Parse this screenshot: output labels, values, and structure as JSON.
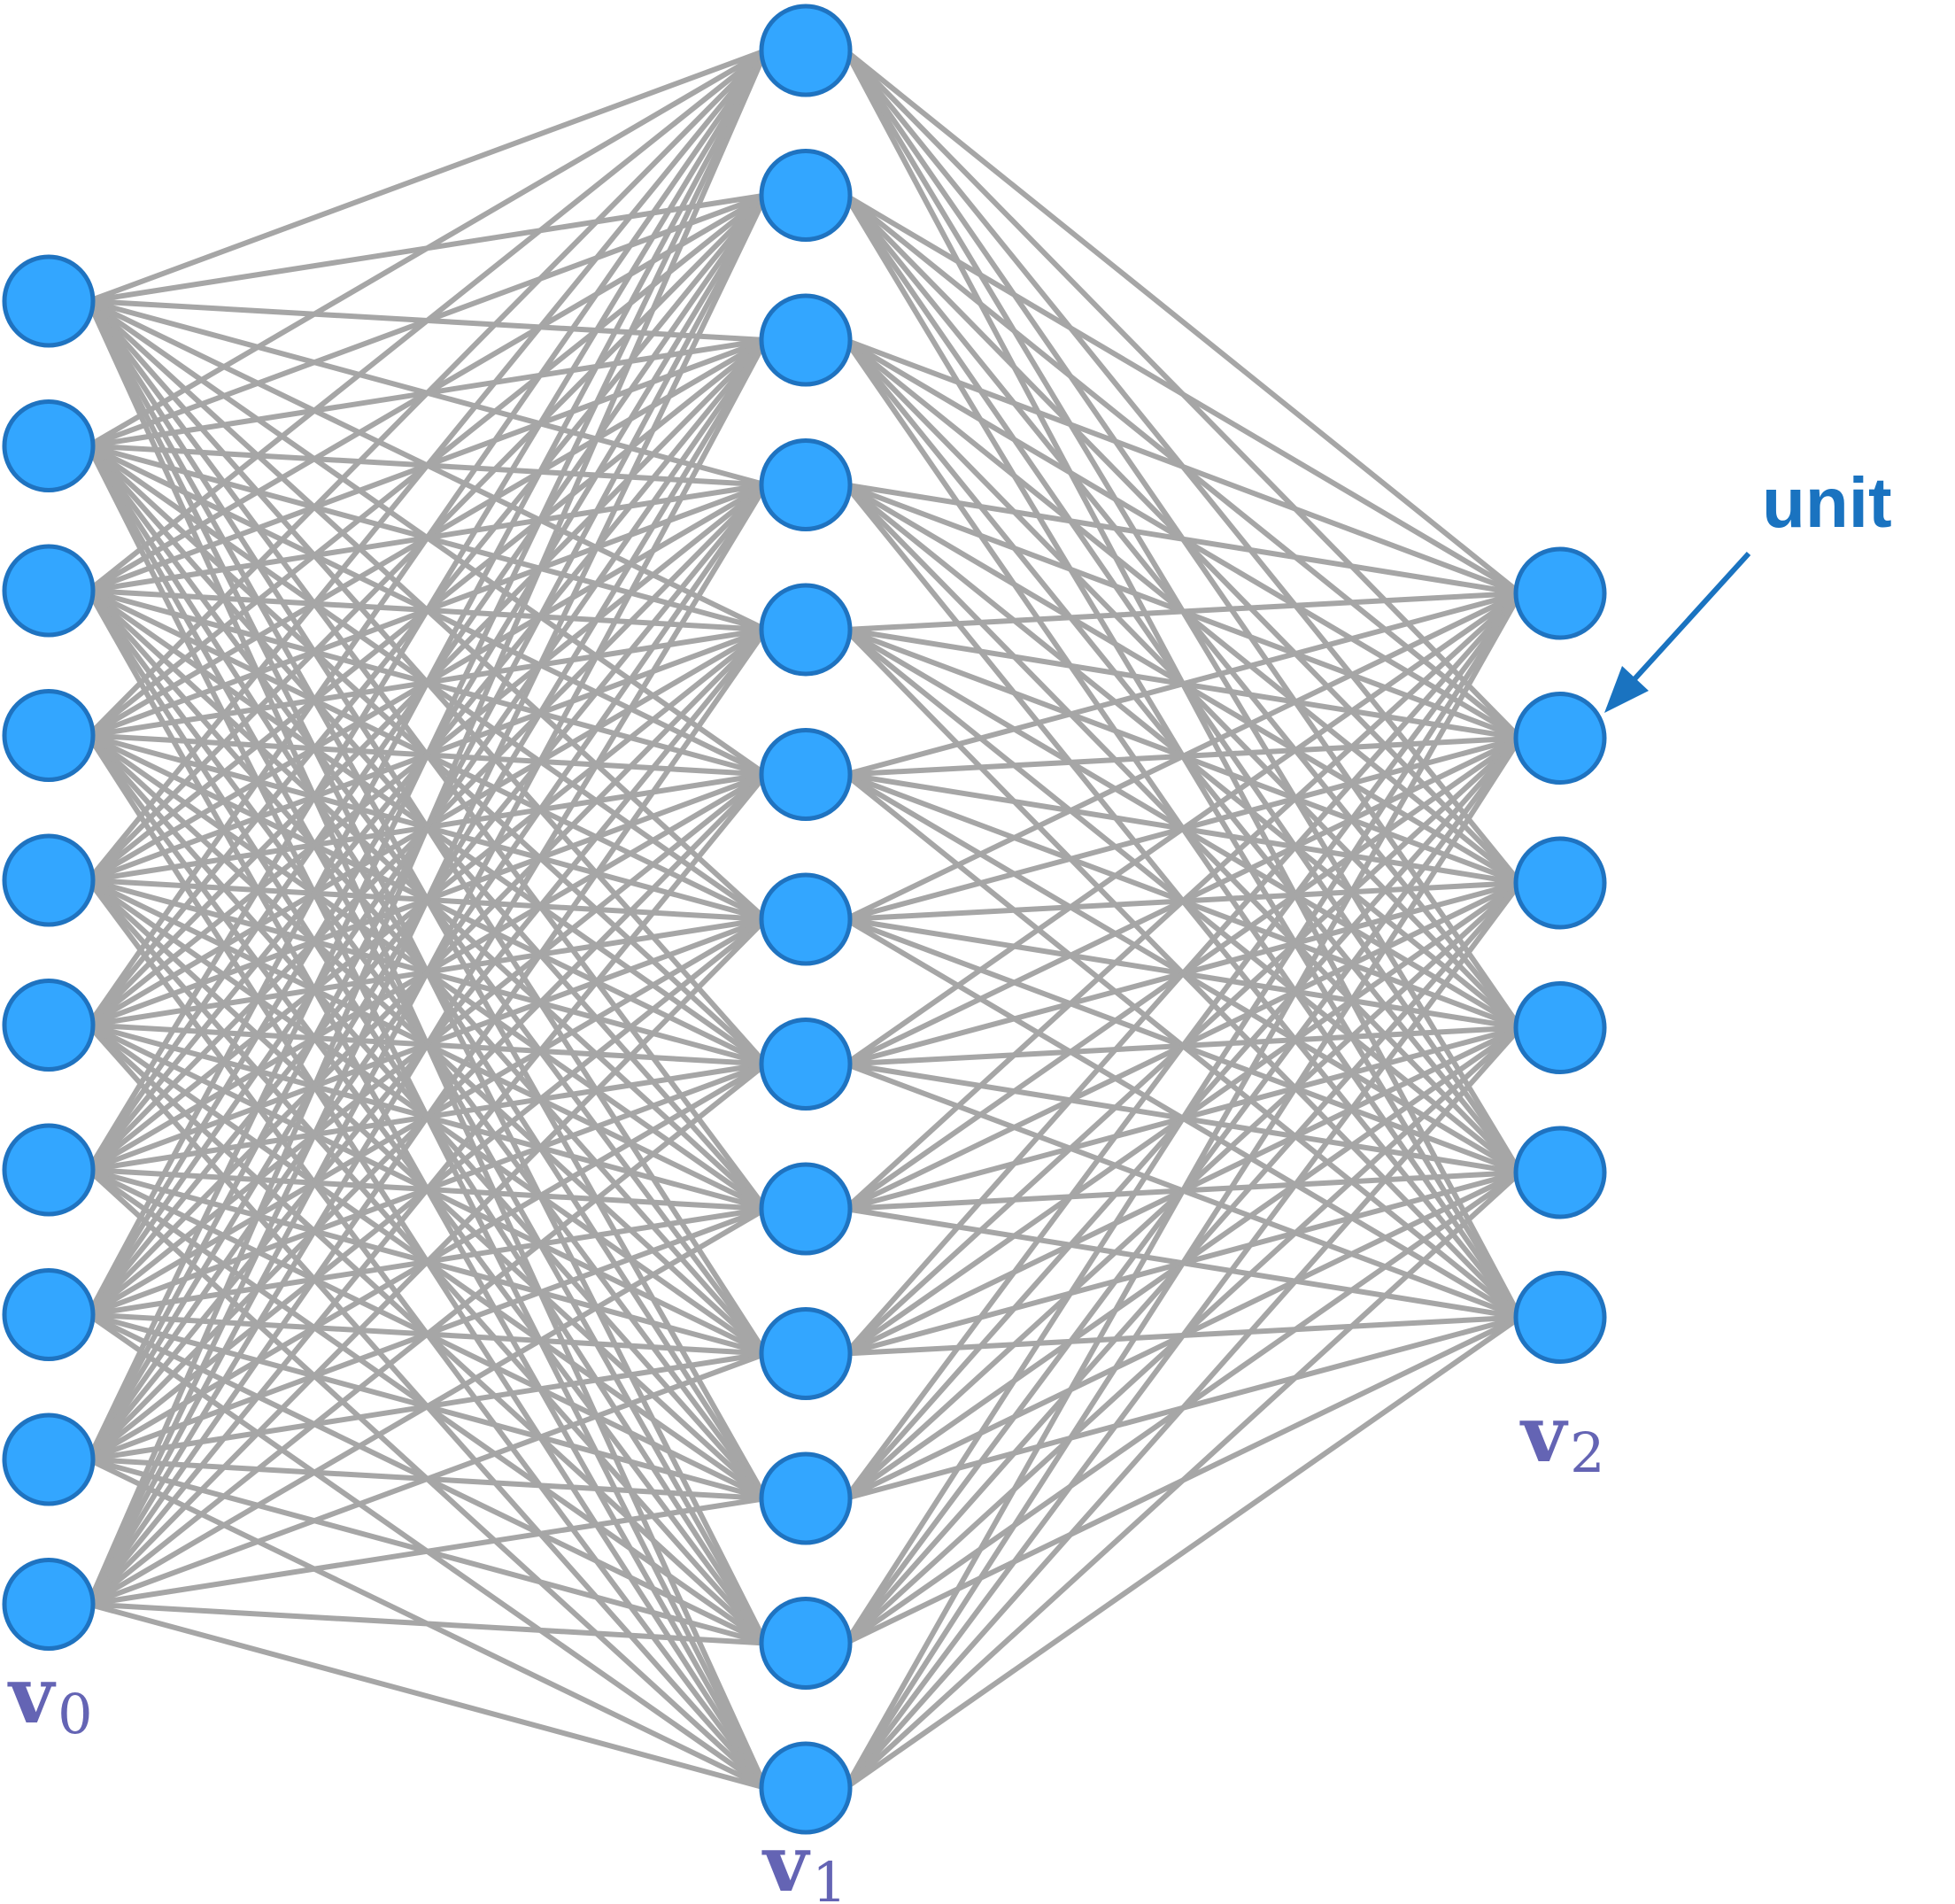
{
  "network": {
    "layers": [
      {
        "name": "v0",
        "units": 10,
        "label": {
          "base": "v",
          "subscript": "0"
        }
      },
      {
        "name": "v1",
        "units": 13,
        "label": {
          "base": "v",
          "subscript": "1"
        }
      },
      {
        "name": "v2",
        "units": 6,
        "label": {
          "base": "v",
          "subscript": "2"
        }
      }
    ],
    "connectivity": "fully-connected"
  },
  "callout": {
    "text": "unit",
    "target": {
      "layer": 2,
      "unit": 1
    }
  },
  "colors": {
    "node_fill": "#33a6ff",
    "node_stroke": "#1f73c0",
    "edge": "#a6a6a6",
    "label": "#6464b4",
    "callout": "#1a73c0"
  }
}
